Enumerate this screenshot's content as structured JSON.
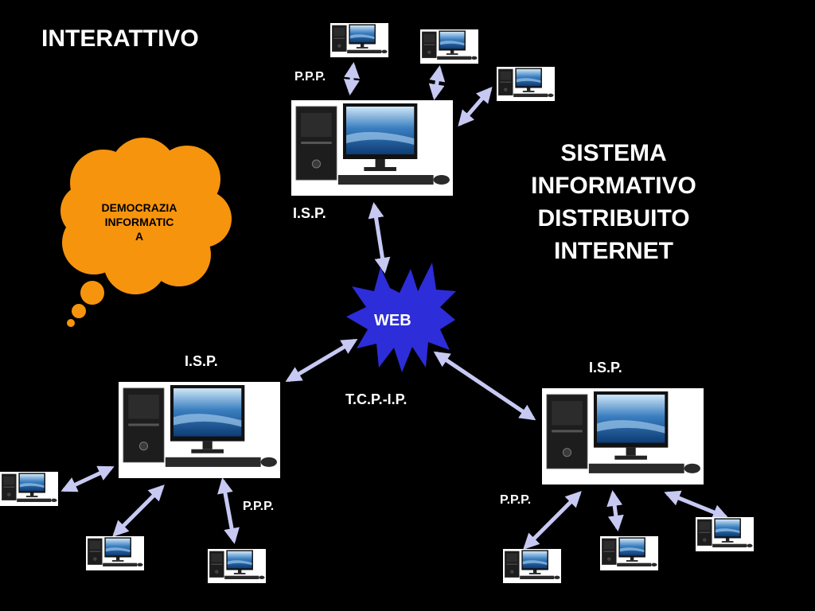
{
  "title": "INTERATTIVO",
  "system_lines": [
    "SISTEMA",
    "INFORMATIVO",
    "DISTRIBUITO",
    "INTERNET"
  ],
  "bubble_lines": [
    "DEMOCRAZIA",
    "INFORMATIC",
    "A"
  ],
  "web_label": "WEB",
  "protocol_label": "T.C.P.-I.P.",
  "isp_label": "I.S.P.",
  "ppp_label": "P.P.P.",
  "colors": {
    "arrow": "#c7c9f3",
    "web": "#2d2dd9",
    "bubble": "#f7940d",
    "background": "#000000"
  },
  "icons": [
    "desktop-computer-icon",
    "thought-bubble-icon",
    "starburst-icon"
  ]
}
